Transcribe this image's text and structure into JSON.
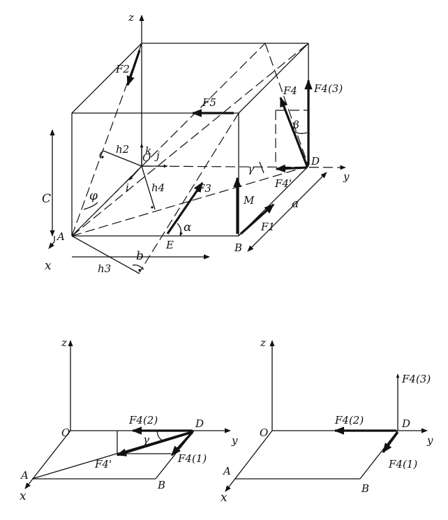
{
  "top": {
    "labels": {
      "z": "z",
      "y": "y",
      "x": "x",
      "A": "A",
      "B": "B",
      "D": "D",
      "E": "E",
      "O": "O",
      "c": "C",
      "b": "b",
      "a": "a",
      "h2": "h2",
      "h3": "h3",
      "h4": "h4",
      "phi": "φ",
      "alpha": "α",
      "beta": "β",
      "gamma": "γ",
      "F1": "F1",
      "F2": "F2",
      "F3": "F3",
      "F4": "F4",
      "F5": "F5",
      "F4p": "F4'",
      "F4_3": "F4(3)",
      "M": "M",
      "k": "k",
      "j": "j",
      "i": "i"
    }
  },
  "bottom_left": {
    "labels": {
      "z": "z",
      "y": "y",
      "x": "x",
      "O": "O",
      "A": "A",
      "B": "B",
      "D": "D",
      "F4_2": "F4(2)",
      "F4_1": "F4(1)",
      "F4p": "F4'",
      "gamma": "γ"
    }
  },
  "bottom_right": {
    "labels": {
      "z": "z",
      "y": "y",
      "x": "x",
      "O": "O",
      "A": "A",
      "B": "B",
      "D": "D",
      "F4_2": "F4(2)",
      "F4_1": "F4(1)",
      "F4_3": "F4(3)"
    }
  }
}
